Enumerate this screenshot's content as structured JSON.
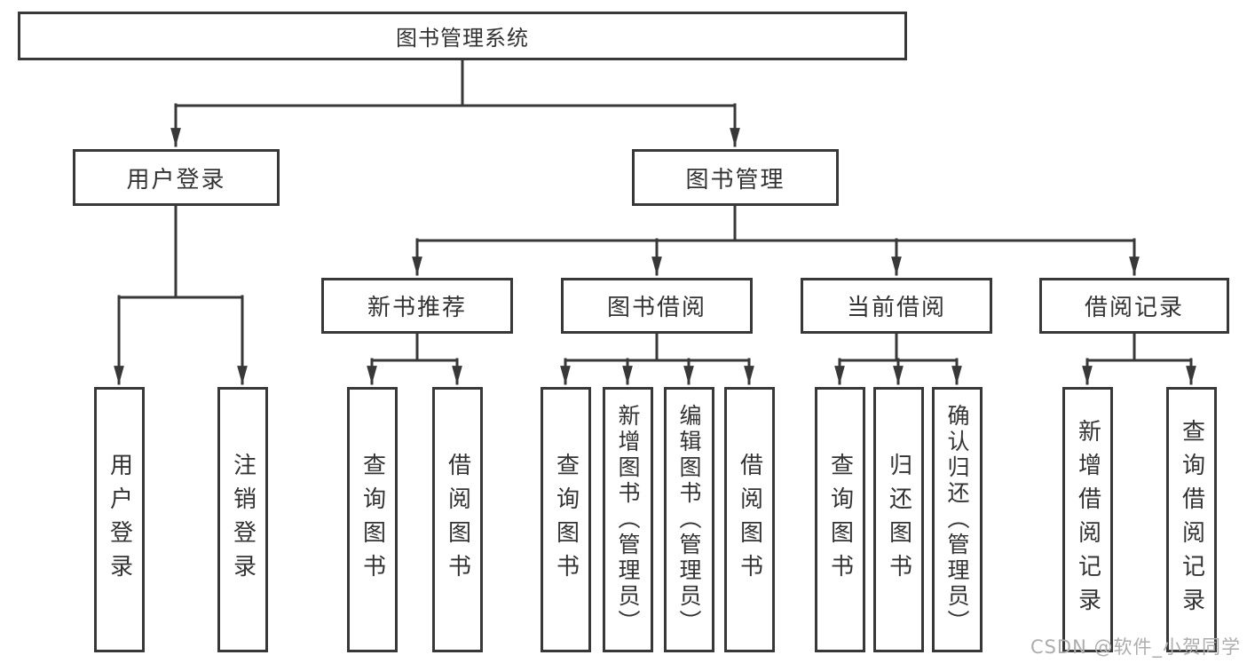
{
  "colors": {
    "line": "#383838",
    "text": "#333333",
    "background": "#ffffff",
    "watermark_color": "#adadad"
  },
  "tree": {
    "root": {
      "label": "图书管理系统"
    },
    "user_login": {
      "label": "用户登录",
      "children": [
        {
          "label": "用户登录"
        },
        {
          "label": "注销登录"
        }
      ]
    },
    "book_mgmt": {
      "label": "图书管理",
      "sections": [
        {
          "label": "新书推荐",
          "children": [
            {
              "label": "查询图书"
            },
            {
              "label": "借阅图书"
            }
          ]
        },
        {
          "label": "图书借阅",
          "children": [
            {
              "label": "查询图书"
            },
            {
              "label": "新增图书（管理员）"
            },
            {
              "label": "编辑图书（管理员）"
            },
            {
              "label": "借阅图书"
            }
          ]
        },
        {
          "label": "当前借阅",
          "children": [
            {
              "label": "查询图书"
            },
            {
              "label": "归还图书"
            },
            {
              "label": "确认归还（管理员）"
            }
          ]
        },
        {
          "label": "借阅记录",
          "children": [
            {
              "label": "新增借阅记录"
            },
            {
              "label": "查询借阅记录"
            }
          ]
        }
      ]
    }
  },
  "watermark": "CSDN @软件_小贺同学"
}
